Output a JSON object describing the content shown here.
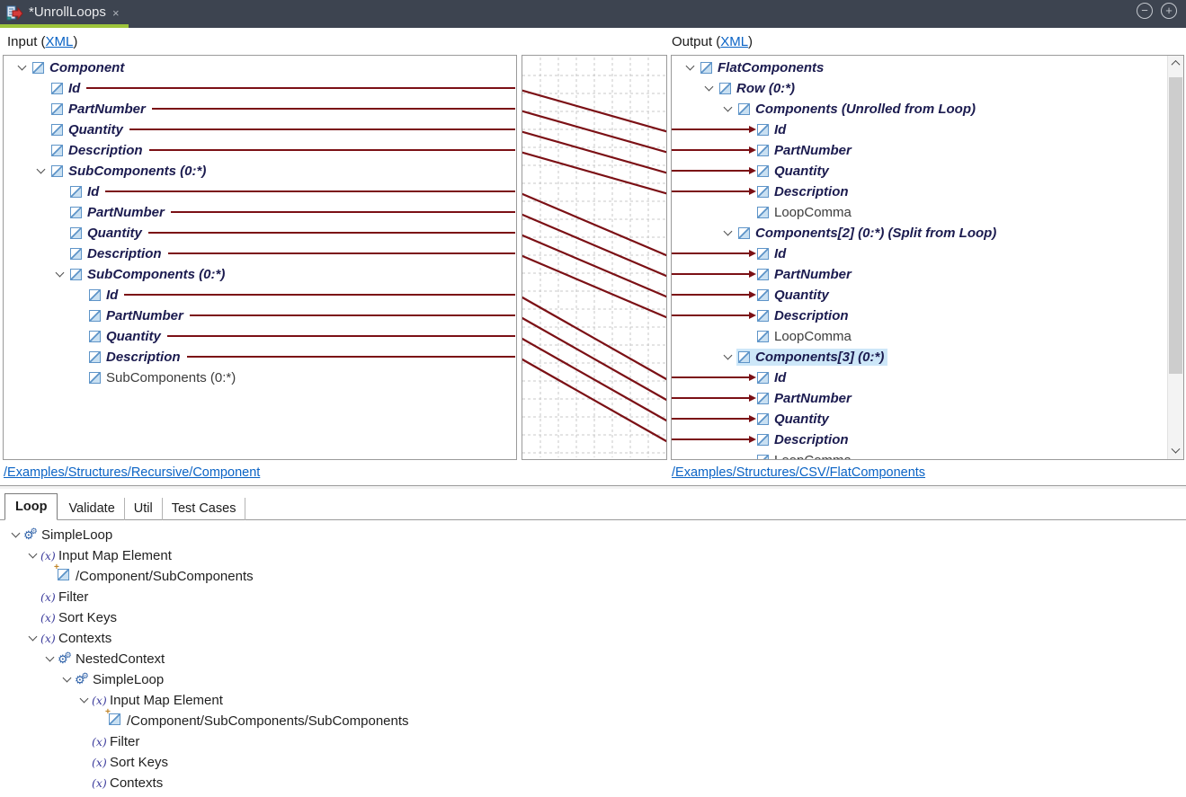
{
  "titlebar": {
    "tab_label": "*UnrollLoops",
    "close_glyph": "×",
    "zoom_out_glyph": "−",
    "zoom_in_glyph": "+"
  },
  "colors": {
    "titlebar_bg": "#3d4450",
    "active_tab_accent": "#9dc43b",
    "mapping_line": "#7b1015",
    "tree_bold_text": "#1b1b4f",
    "tree_normal_text": "#3c3c3c",
    "link": "#0a63c5",
    "selection_bg": "#cde7f8",
    "panel_border": "#9a9a9a",
    "grid_dash": "#c9c9c9"
  },
  "input_panel": {
    "header_prefix": "Input (",
    "header_link": "XML",
    "header_suffix": ")",
    "footer_link": "/Examples/Structures/Recursive/Component",
    "tree": [
      {
        "label": "Component",
        "level": 0,
        "expand": true,
        "bold": true
      },
      {
        "label": "Id",
        "level": 1,
        "bold": true,
        "line": true
      },
      {
        "label": "PartNumber",
        "level": 1,
        "bold": true,
        "line": true
      },
      {
        "label": "Quantity",
        "level": 1,
        "bold": true,
        "line": true
      },
      {
        "label": "Description",
        "level": 1,
        "bold": true,
        "line": true
      },
      {
        "label": "SubComponents (0:*)",
        "level": 1,
        "expand": true,
        "bold": true
      },
      {
        "label": "Id",
        "level": 2,
        "bold": true,
        "line": true
      },
      {
        "label": "PartNumber",
        "level": 2,
        "bold": true,
        "line": true
      },
      {
        "label": "Quantity",
        "level": 2,
        "bold": true,
        "line": true
      },
      {
        "label": "Description",
        "level": 2,
        "bold": true,
        "line": true
      },
      {
        "label": "SubComponents (0:*)",
        "level": 2,
        "expand": true,
        "bold": true
      },
      {
        "label": "Id",
        "level": 3,
        "bold": true,
        "line": true
      },
      {
        "label": "PartNumber",
        "level": 3,
        "bold": true,
        "line": true
      },
      {
        "label": "Quantity",
        "level": 3,
        "bold": true,
        "line": true
      },
      {
        "label": "Description",
        "level": 3,
        "bold": true,
        "line": true
      },
      {
        "label": "SubComponents (0:*)",
        "level": 3,
        "bold": false
      }
    ]
  },
  "output_panel": {
    "header_prefix": "Output (",
    "header_link": "XML",
    "header_suffix": ")",
    "footer_link": "/Examples/Structures/CSV/FlatComponents",
    "tree": [
      {
        "label": "FlatComponents",
        "level": 0,
        "expand": true,
        "bold": true
      },
      {
        "label": "Row (0:*)",
        "level": 1,
        "expand": true,
        "bold": true
      },
      {
        "label": "Components (Unrolled from Loop)",
        "level": 2,
        "expand": true,
        "bold": true
      },
      {
        "label": "Id",
        "level": 3,
        "bold": true,
        "arrow": true
      },
      {
        "label": "PartNumber",
        "level": 3,
        "bold": true,
        "arrow": true
      },
      {
        "label": "Quantity",
        "level": 3,
        "bold": true,
        "arrow": true
      },
      {
        "label": "Description",
        "level": 3,
        "bold": true,
        "arrow": true
      },
      {
        "label": "LoopComma",
        "level": 3,
        "bold": false
      },
      {
        "label": "Components[2] (0:*) (Split from Loop)",
        "level": 2,
        "expand": true,
        "bold": true
      },
      {
        "label": "Id",
        "level": 3,
        "bold": true,
        "arrow": true
      },
      {
        "label": "PartNumber",
        "level": 3,
        "bold": true,
        "arrow": true
      },
      {
        "label": "Quantity",
        "level": 3,
        "bold": true,
        "arrow": true
      },
      {
        "label": "Description",
        "level": 3,
        "bold": true,
        "arrow": true
      },
      {
        "label": "LoopComma",
        "level": 3,
        "bold": false
      },
      {
        "label": "Components[3] (0:*)",
        "level": 2,
        "expand": true,
        "bold": true,
        "selected": true
      },
      {
        "label": "Id",
        "level": 3,
        "bold": true,
        "arrow": true
      },
      {
        "label": "PartNumber",
        "level": 3,
        "bold": true,
        "arrow": true
      },
      {
        "label": "Quantity",
        "level": 3,
        "bold": true,
        "arrow": true
      },
      {
        "label": "Description",
        "level": 3,
        "bold": true,
        "arrow": true
      },
      {
        "label": "LoopComma",
        "level": 3,
        "bold": false
      }
    ]
  },
  "bottom_panel": {
    "tabs": [
      {
        "label": "Loop",
        "active": true
      },
      {
        "label": "Validate",
        "active": false
      },
      {
        "label": "Util",
        "active": false
      },
      {
        "label": "Test Cases",
        "active": false
      }
    ],
    "tree": [
      {
        "label": "SimpleLoop",
        "level": 0,
        "expand": true,
        "icon": "loop"
      },
      {
        "label": "Input Map Element",
        "level": 1,
        "expand": true,
        "icon": "fx"
      },
      {
        "label": "/Component/SubComponents",
        "level": 2,
        "icon": "elemref"
      },
      {
        "label": "Filter",
        "level": 1,
        "icon": "fx"
      },
      {
        "label": "Sort Keys",
        "level": 1,
        "icon": "fx"
      },
      {
        "label": "Contexts",
        "level": 1,
        "expand": true,
        "icon": "fx"
      },
      {
        "label": "NestedContext",
        "level": 2,
        "expand": true,
        "icon": "loop"
      },
      {
        "label": "SimpleLoop",
        "level": 3,
        "expand": true,
        "icon": "loop"
      },
      {
        "label": "Input Map Element",
        "level": 4,
        "expand": true,
        "icon": "fx"
      },
      {
        "label": "/Component/SubComponents/SubComponents",
        "level": 5,
        "icon": "elemref"
      },
      {
        "label": "Filter",
        "level": 4,
        "icon": "fx"
      },
      {
        "label": "Sort Keys",
        "level": 4,
        "icon": "fx"
      },
      {
        "label": "Contexts",
        "level": 4,
        "icon": "fx"
      }
    ]
  }
}
